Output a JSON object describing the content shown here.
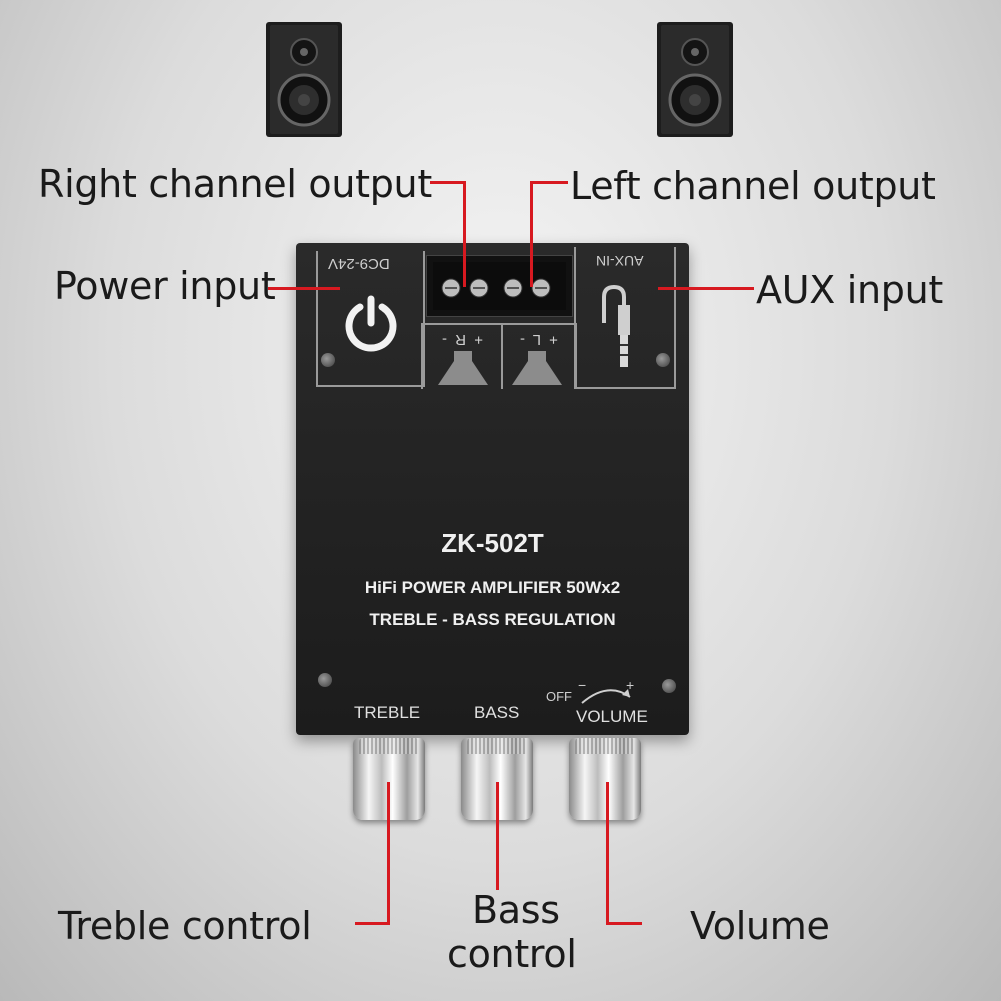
{
  "callouts": {
    "right_channel": "Right channel output",
    "left_channel": "Left channel output",
    "power_input": "Power input",
    "aux_input": "AUX input",
    "treble_control": "Treble control",
    "bass_control_line1": "Bass",
    "bass_control_line2": "control",
    "volume": "Volume"
  },
  "board": {
    "power_label": "DC9-24V",
    "aux_label": "AUX-IN",
    "right_terminal": "+ R -",
    "left_terminal": "+ L -",
    "model": "ZK-502T",
    "subtitle1": "HiFi POWER AMPLIFIER 50Wx2",
    "subtitle2": "TREBLE - BASS REGULATION",
    "treble": "TREBLE",
    "bass": "BASS",
    "volume": "VOLUME",
    "off": "OFF",
    "minus": "−",
    "plus": "+"
  },
  "colors": {
    "leader": "#d71920",
    "board": "#1f1f1f"
  }
}
